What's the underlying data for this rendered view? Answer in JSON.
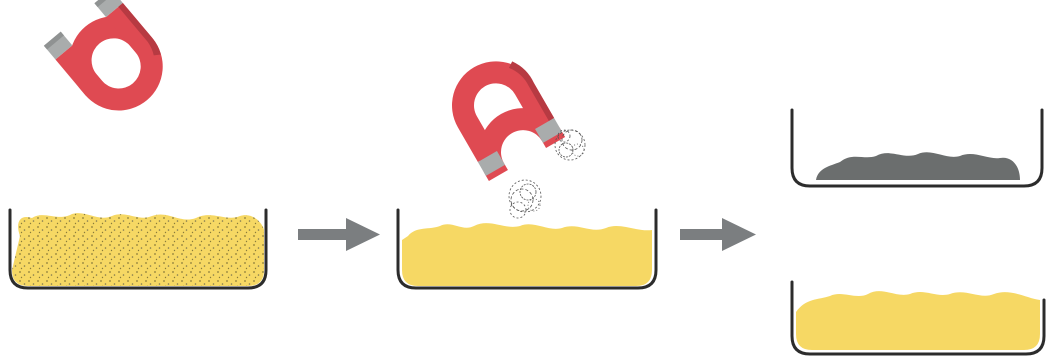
{
  "diagram": {
    "type": "magnetic-separation-process",
    "stages": [
      {
        "id": "mixture",
        "contents": [
          "sulfur-powder",
          "iron-filings"
        ],
        "magnet": "above-dish"
      },
      {
        "id": "separating",
        "contents": [
          "sulfur-powder"
        ],
        "magnet": "holding-iron-filings"
      },
      {
        "id": "separated",
        "contents": [
          [
            "iron-filings"
          ],
          [
            "sulfur-powder"
          ]
        ]
      }
    ],
    "arrows": 2,
    "icons": [
      "horseshoe-magnet-icon",
      "right-arrow-icon",
      "dish-icon"
    ],
    "colors": {
      "sulfur": "#f6d864",
      "sulfur_speck": "#8a7c3a",
      "iron": "#6b6e6e",
      "magnet_red": "#df4a52",
      "magnet_dark": "#b73a42",
      "magnet_tip": "#a9acac",
      "dish_outline": "#2c2c2c",
      "arrow": "#7b7e80"
    }
  }
}
